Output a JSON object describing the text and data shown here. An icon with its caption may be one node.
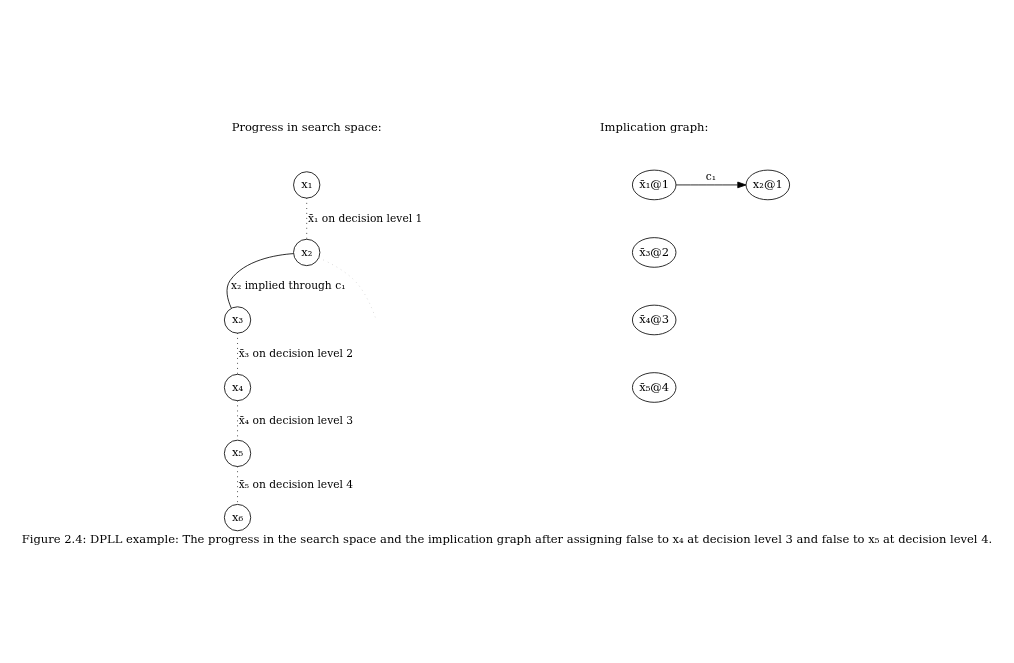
{
  "diagram": {
    "caption": "Figure 2.4: DPLL example: The progress in the search space and the implication graph after assigning false to x₄ at decision level 3 and false to x₅ at decision level 4.",
    "nodes": [
      {
        "text": [
          "x₁"
        ]
      },
      {
        "text": [
          "x₂"
        ]
      },
      {
        "text": [
          "x₃"
        ]
      },
      {
        "text": [
          "x₄"
        ]
      },
      {
        "text": [
          "x₅"
        ]
      },
      {
        "text": [
          "x₆"
        ]
      },
      {
        "text": [
          "x̄₁@1"
        ]
      },
      {
        "text": [
          "x₂@1"
        ]
      },
      {
        "text": [
          "x̄₃@2"
        ]
      },
      {
        "text": [
          "x̄₄@3"
        ]
      },
      {
        "text": [
          "x̄₅@4"
        ]
      }
    ],
    "edges": [
      {
        "from": 0,
        "to": 1,
        "arrow": "none",
        "style": "dashed",
        "label": "x̄₁ on decision level 1"
      },
      {
        "from": 1,
        "to": null,
        "arrow": "none",
        "style": "dashed",
        "color": "#cccccc"
      },
      {
        "from": 1,
        "to": 2,
        "arrow": "none",
        "label": "x₂ implied through c₁"
      },
      {
        "from": 2,
        "to": 3,
        "arrow": "none",
        "style": "dashed",
        "label": "x̄₃ on decision level 2"
      },
      {
        "from": 3,
        "to": 4,
        "arrow": "none",
        "style": "dashed",
        "label": "x̄₄ on decision level 3"
      },
      {
        "from": 4,
        "to": 5,
        "arrow": "none",
        "style": "dashed",
        "label": "x̄₅ on decision level 4"
      },
      {
        "from": 6,
        "to": 7,
        "arrow": "to",
        "label": "c₁"
      }
    ],
    "labels": [
      "Progress in search space:",
      "Implication graph:"
    ]
  }
}
